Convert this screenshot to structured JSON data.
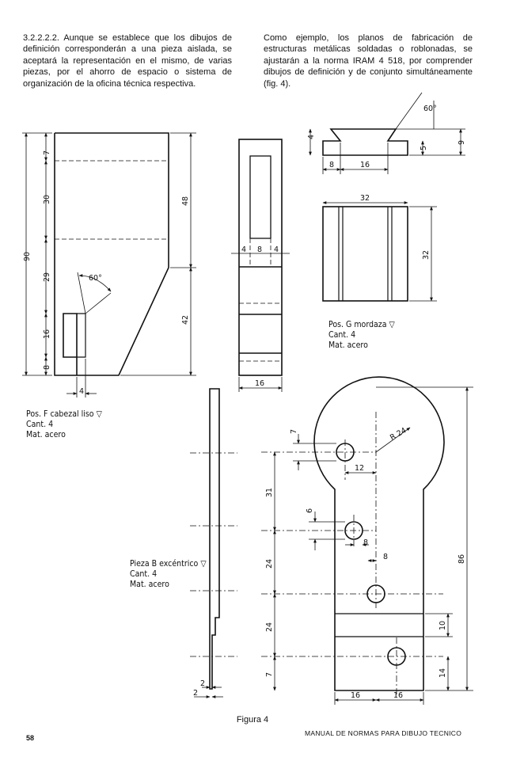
{
  "text": {
    "left_paragraph": "3.2.2.2.2. Aunque se establece que los dibujos de definición corresponderán a una pieza aislada, se aceptará la representación en el mismo, de varias piezas, por el ahorro de espacio o sistema de organización de la oficina técnica respectiva.",
    "right_paragraph": "Como ejemplo, los planos de fabricación de estructuras metálicas soldadas o roblonadas, se ajustarán a la norma IRAM 4 518, por comprender dibujos de definición y de conjunto simultáneamente (fig. 4)."
  },
  "parts": {
    "f": {
      "name": "Pos. F  cabezal liso ▽",
      "qty": "Cant. 4",
      "mat": "Mat. acero"
    },
    "g": {
      "name": "Pos. G  mordaza  ▽",
      "qty": "Cant. 4",
      "mat": "Mat. acero"
    },
    "b": {
      "name": "Pieza B excéntrico ▽",
      "qty": "Cant. 4",
      "mat": "Mat. acero"
    }
  },
  "dims": {
    "f": {
      "d7": "7",
      "d30": "30",
      "d90": "90",
      "d29": "29",
      "d16": "16",
      "d8": "8",
      "d48": "48",
      "d42": "42",
      "angle": "60°",
      "d4": "4"
    },
    "fside": {
      "d4a": "4",
      "d8": "8",
      "d4b": "4",
      "d16": "16"
    },
    "g": {
      "angle": "60°",
      "d4": "4",
      "d5": "5",
      "d9": "9",
      "d8": "8",
      "d16": "16",
      "d32w": "32",
      "d32h": "32"
    },
    "b": {
      "d7": "7",
      "r24": "R 24",
      "d12": "12",
      "d31": "31",
      "d6": "6",
      "d8a": "8",
      "d8b": "8",
      "d24a": "24",
      "d86": "86",
      "d24b": "24",
      "d10": "10",
      "d14": "14",
      "d7b": "7",
      "d16a": "16",
      "d16b": "16",
      "d2a": "2",
      "d2b": "2"
    }
  },
  "caption": "Figura 4",
  "page_number": "58",
  "footer": "MANUAL DE NORMAS PARA DIBUJO TECNICO"
}
